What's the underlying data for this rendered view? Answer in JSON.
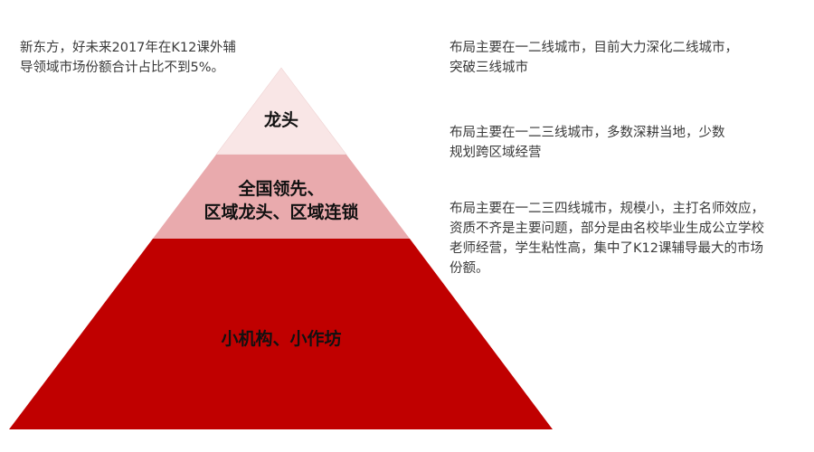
{
  "left_note": {
    "line1": "新东方，好未来2017年在K12课外辅",
    "line2": "导领域市场份额合计占比不到5%。"
  },
  "pyramid": {
    "layers": [
      {
        "label_lines": [
          "龙头"
        ],
        "color": "#f9e6e6",
        "description_lines": [
          "布局主要在一二线城市，目前大力深化二线城市，",
          "突破三线城市"
        ]
      },
      {
        "label_lines": [
          "全国领先、",
          "区域龙头、区域连锁"
        ],
        "color": "#e9aaad",
        "description_lines": [
          "布局主要在一二三线城市，多数深耕当地，少数",
          "规划跨区域经营"
        ]
      },
      {
        "label_lines": [
          "小机构、小作坊"
        ],
        "color": "#c00000",
        "description_lines": [
          "布局主要在一二三四线城市，规模小，主打名师效应，",
          "资质不齐是主要问题，部分是由名校毕业生成公立学校",
          "老师经营，学生粘性高，集中了K12课辅导最大的市场",
          "份额。"
        ]
      }
    ]
  }
}
